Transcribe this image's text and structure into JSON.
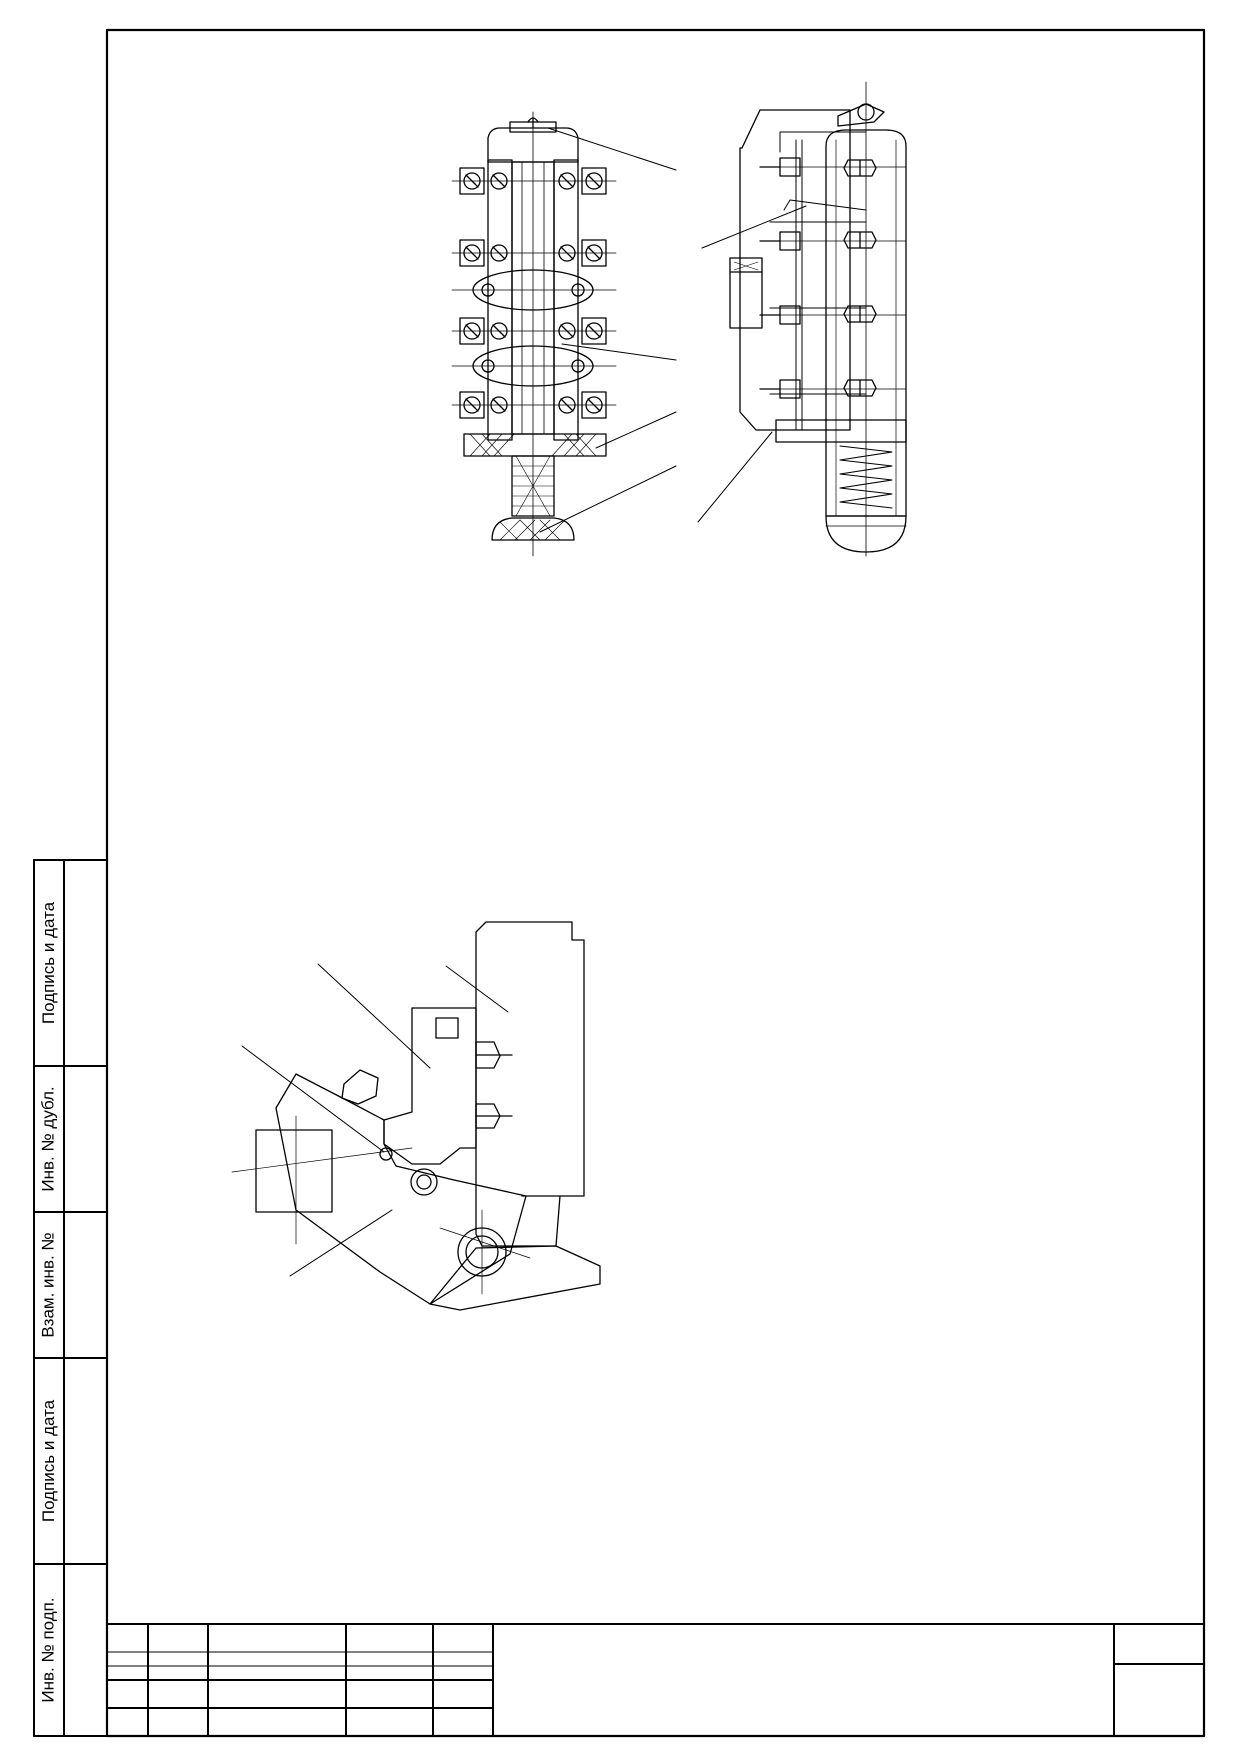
{
  "side_stamp": {
    "fields": [
      "Подпись и дата",
      "Инв. № дубл.",
      "Взам. инв. №",
      "Подпись и дата",
      "Инв. № подп."
    ]
  },
  "colors": {
    "ink": "#000000",
    "paper": "#ffffff"
  }
}
